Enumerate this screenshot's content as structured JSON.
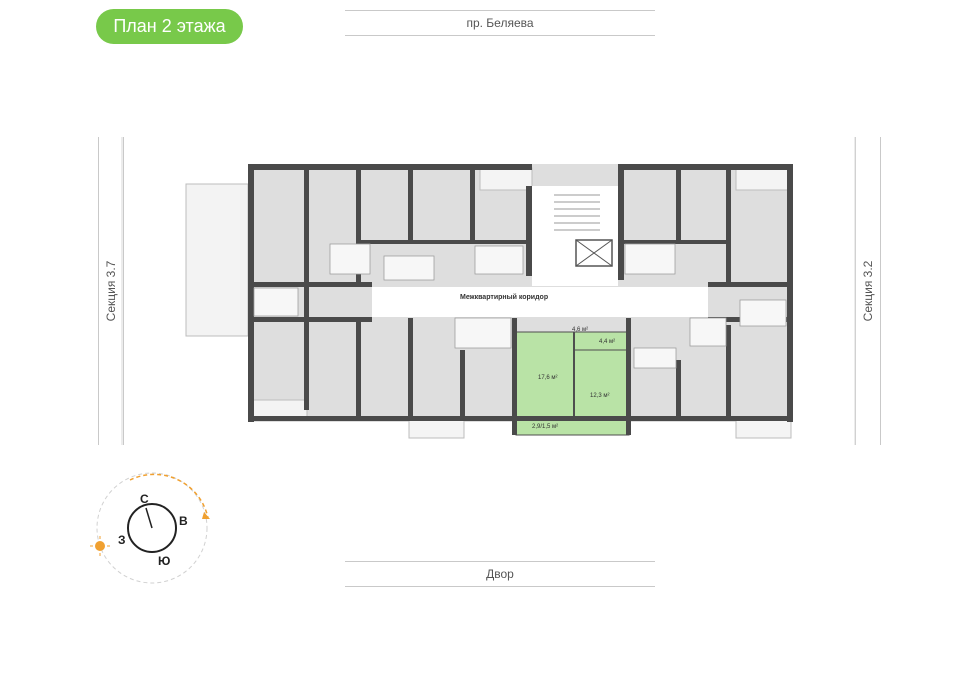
{
  "floor_title": "План 2 этажа",
  "streets": {
    "top": "пр. Беляева",
    "bottom": "Двор"
  },
  "sections": {
    "left": "Секция 3.7",
    "right": "Секция 3.2"
  },
  "corridor_label": "Межквартирный коридор",
  "highlight_color": "#b9e3a6",
  "accent_color": "#78c94a",
  "selected_apartment": {
    "rooms": {
      "living": "17,6 м²",
      "bedroom": "12,3 м²",
      "hall": "4,6 м²",
      "bathroom": "4,4 м²",
      "balcony": "2,9/1,5 м²"
    }
  },
  "compass": {
    "north": "С",
    "east": "В",
    "south": "Ю",
    "west": "З",
    "sun_icon": "sun-icon"
  }
}
